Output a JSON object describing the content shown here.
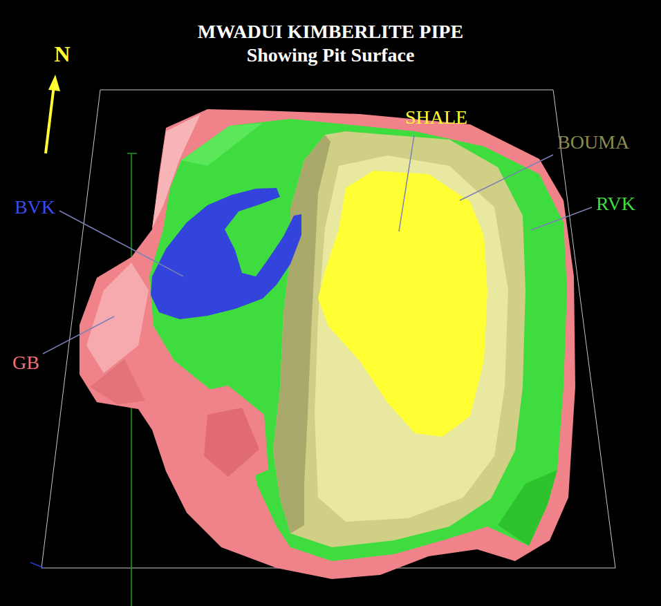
{
  "diagram": {
    "title": "MWADUI KIMBERLITE PIPE",
    "labels": [
      "Showing Pit Surface",
      "N",
      "SHALE",
      "BOUMA",
      "RVK",
      "BVK",
      "GB"
    ]
  }
}
